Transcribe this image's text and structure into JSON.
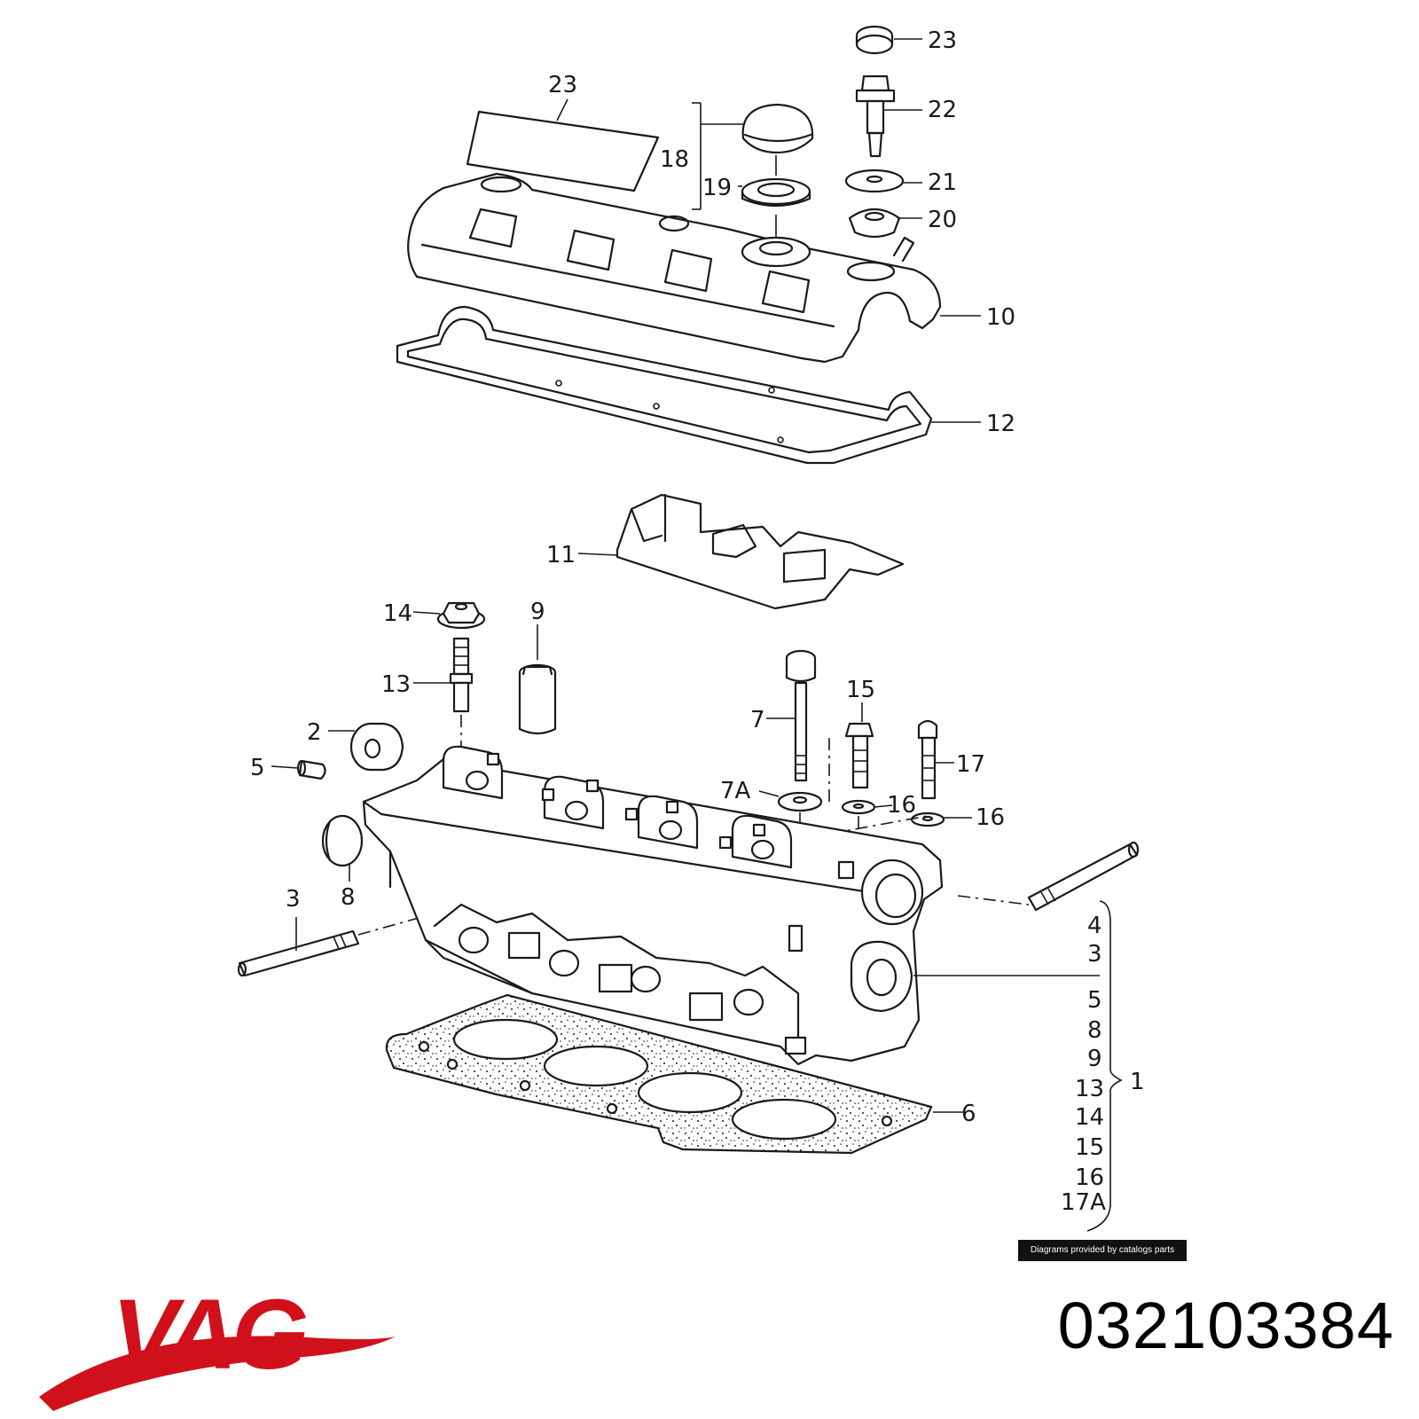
{
  "diagram": {
    "callouts": {
      "c23a": "23",
      "c23b": "23",
      "c22": "22",
      "c21": "21",
      "c20": "20",
      "c19": "19",
      "c18": "18",
      "c10": "10",
      "c12": "12",
      "c11": "11",
      "c14": "14",
      "c9": "9",
      "c13": "13",
      "c2": "2",
      "c5": "5",
      "c7": "7",
      "c15": "15",
      "c17": "17",
      "c7a": "7A",
      "c16a": "16",
      "c16b": "16",
      "c3": "3",
      "c8": "8",
      "c6": "6",
      "c1": "1"
    },
    "kit_list": [
      "4",
      "3",
      "5",
      "8",
      "9",
      "13",
      "14",
      "15",
      "16",
      "17A"
    ],
    "credit": "Diagrams provided by catalogs parts"
  },
  "brand": {
    "logo_text": "VAG",
    "logo_color": "#d0101b"
  },
  "part_number": "032103384"
}
